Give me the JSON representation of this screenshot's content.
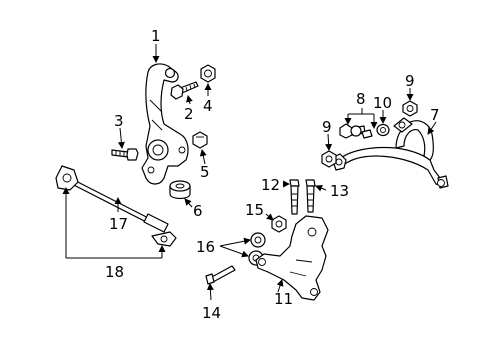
{
  "callouts": {
    "c1": "1",
    "c2": "2",
    "c3": "3",
    "c4": "4",
    "c5": "5",
    "c6": "6",
    "c7": "7",
    "c8": "8",
    "c9a": "9",
    "c9b": "9",
    "c10": "10",
    "c11": "11",
    "c12": "12",
    "c13": "13",
    "c14": "14",
    "c15": "15",
    "c16": "16",
    "c17": "17",
    "c18": "18"
  }
}
